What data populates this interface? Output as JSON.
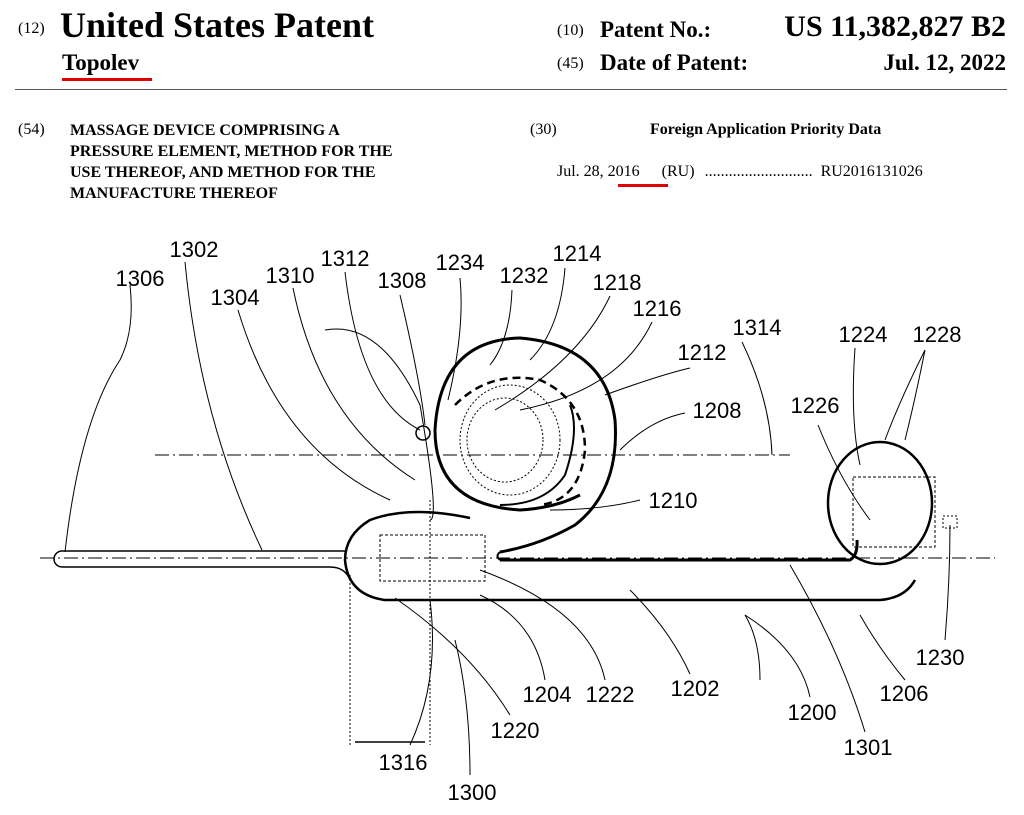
{
  "header": {
    "code_12": "(12)",
    "doc_type": "United States Patent",
    "inventor": "Topolev",
    "code_10": "(10)",
    "patent_no_label": "Patent No.:",
    "patent_no": "US 11,382,827 B2",
    "code_45": "(45)",
    "date_label": "Date of Patent:",
    "date": "Jul. 12, 2022"
  },
  "title_section": {
    "code_54": "(54)",
    "lines": [
      "MASSAGE DEVICE COMPRISING A",
      "PRESSURE ELEMENT, METHOD FOR THE",
      "USE THEREOF, AND METHOD FOR THE",
      "MANUFACTURE THEREOF"
    ]
  },
  "priority": {
    "code_30": "(30)",
    "heading": "Foreign Application Priority Data",
    "date_prefix": "Jul. 28,",
    "year": "2016",
    "country": "(RU)",
    "dots": "...........................",
    "number": "RU2016131026"
  },
  "highlight_color": "#e00000",
  "figure": {
    "labels": [
      "1306",
      "1302",
      "1304",
      "1310",
      "1312",
      "1308",
      "1234",
      "1232",
      "1214",
      "1218",
      "1216",
      "1212",
      "1314",
      "1208",
      "1224",
      "1228",
      "1226",
      "1210",
      "1230",
      "1206",
      "1200",
      "1301",
      "1202",
      "1204",
      "1222",
      "1220",
      "1316",
      "1300"
    ]
  }
}
